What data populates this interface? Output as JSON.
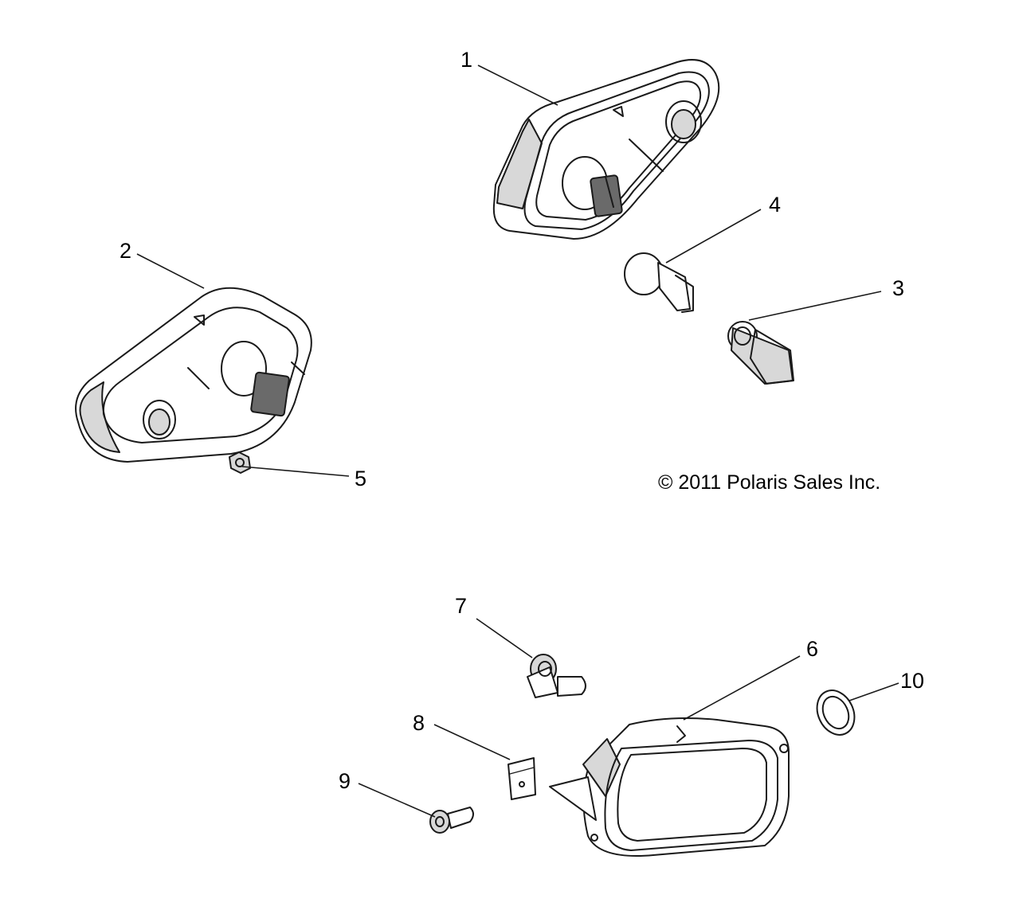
{
  "copyright": "© 2011 Polaris Sales Inc.",
  "callouts": [
    {
      "id": "1",
      "label": "1"
    },
    {
      "id": "2",
      "label": "2"
    },
    {
      "id": "3",
      "label": "3"
    },
    {
      "id": "4",
      "label": "4"
    },
    {
      "id": "5",
      "label": "5"
    },
    {
      "id": "6",
      "label": "6"
    },
    {
      "id": "7",
      "label": "7"
    },
    {
      "id": "8",
      "label": "8"
    },
    {
      "id": "9",
      "label": "9"
    },
    {
      "id": "10",
      "label": "10"
    }
  ]
}
